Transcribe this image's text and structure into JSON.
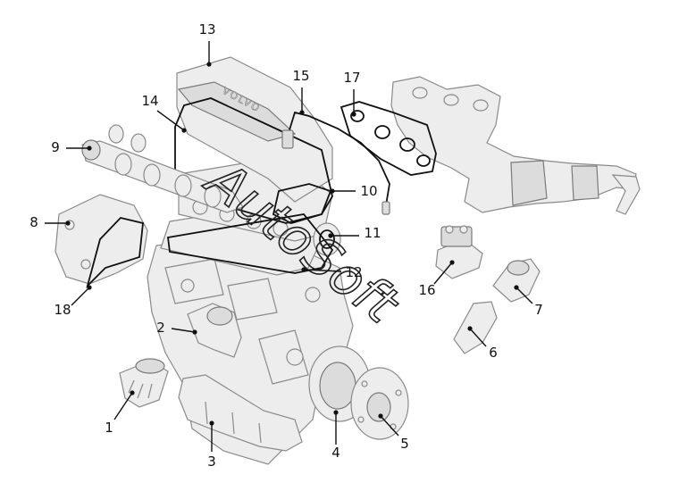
{
  "diagram": {
    "callouts": [
      {
        "id": "1",
        "label": "1"
      },
      {
        "id": "2",
        "label": "2"
      },
      {
        "id": "3",
        "label": "3"
      },
      {
        "id": "4",
        "label": "4"
      },
      {
        "id": "5",
        "label": "5"
      },
      {
        "id": "6",
        "label": "6"
      },
      {
        "id": "7",
        "label": "7"
      },
      {
        "id": "8",
        "label": "8"
      },
      {
        "id": "9",
        "label": "9"
      },
      {
        "id": "10",
        "label": "10"
      },
      {
        "id": "11",
        "label": "11"
      },
      {
        "id": "12",
        "label": "12"
      },
      {
        "id": "13",
        "label": "13"
      },
      {
        "id": "14",
        "label": "14"
      },
      {
        "id": "15",
        "label": "15"
      },
      {
        "id": "16",
        "label": "16"
      },
      {
        "id": "17",
        "label": "17"
      },
      {
        "id": "18",
        "label": "18"
      }
    ],
    "embossed_text": "VOLVO",
    "watermark_text": "AutoSoft"
  }
}
